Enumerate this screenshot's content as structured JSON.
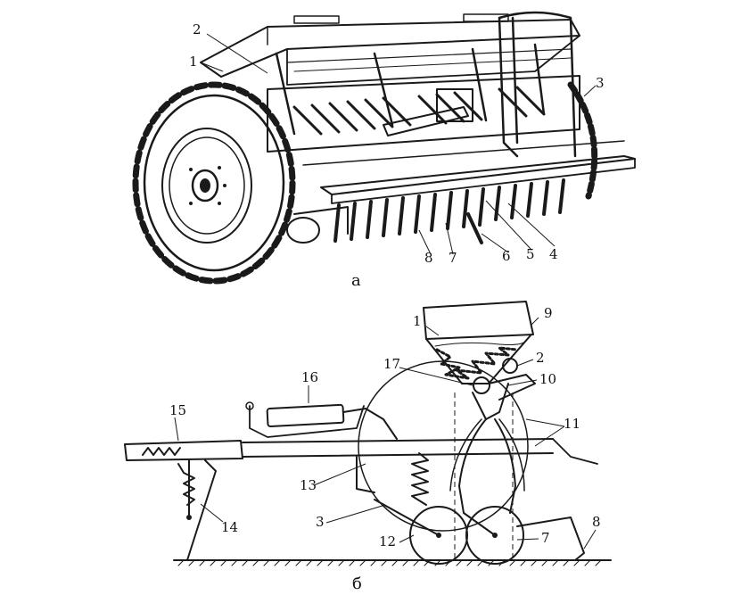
{
  "figure": {
    "top_view": {
      "caption": "а",
      "labels": {
        "l1": "1",
        "l2": "2",
        "l3": "3",
        "l4": "4",
        "l5": "5",
        "l6": "6",
        "l7": "7",
        "l8": "8"
      }
    },
    "bottom_view": {
      "caption": "б",
      "labels": {
        "l1": "1",
        "l2": "2",
        "l3": "3",
        "l7": "7",
        "l8": "8",
        "l9": "9",
        "l10": "10",
        "l11": "11",
        "l12": "12",
        "l13": "13",
        "l14": "14",
        "l15": "15",
        "l16": "16",
        "l17": "17"
      }
    }
  }
}
